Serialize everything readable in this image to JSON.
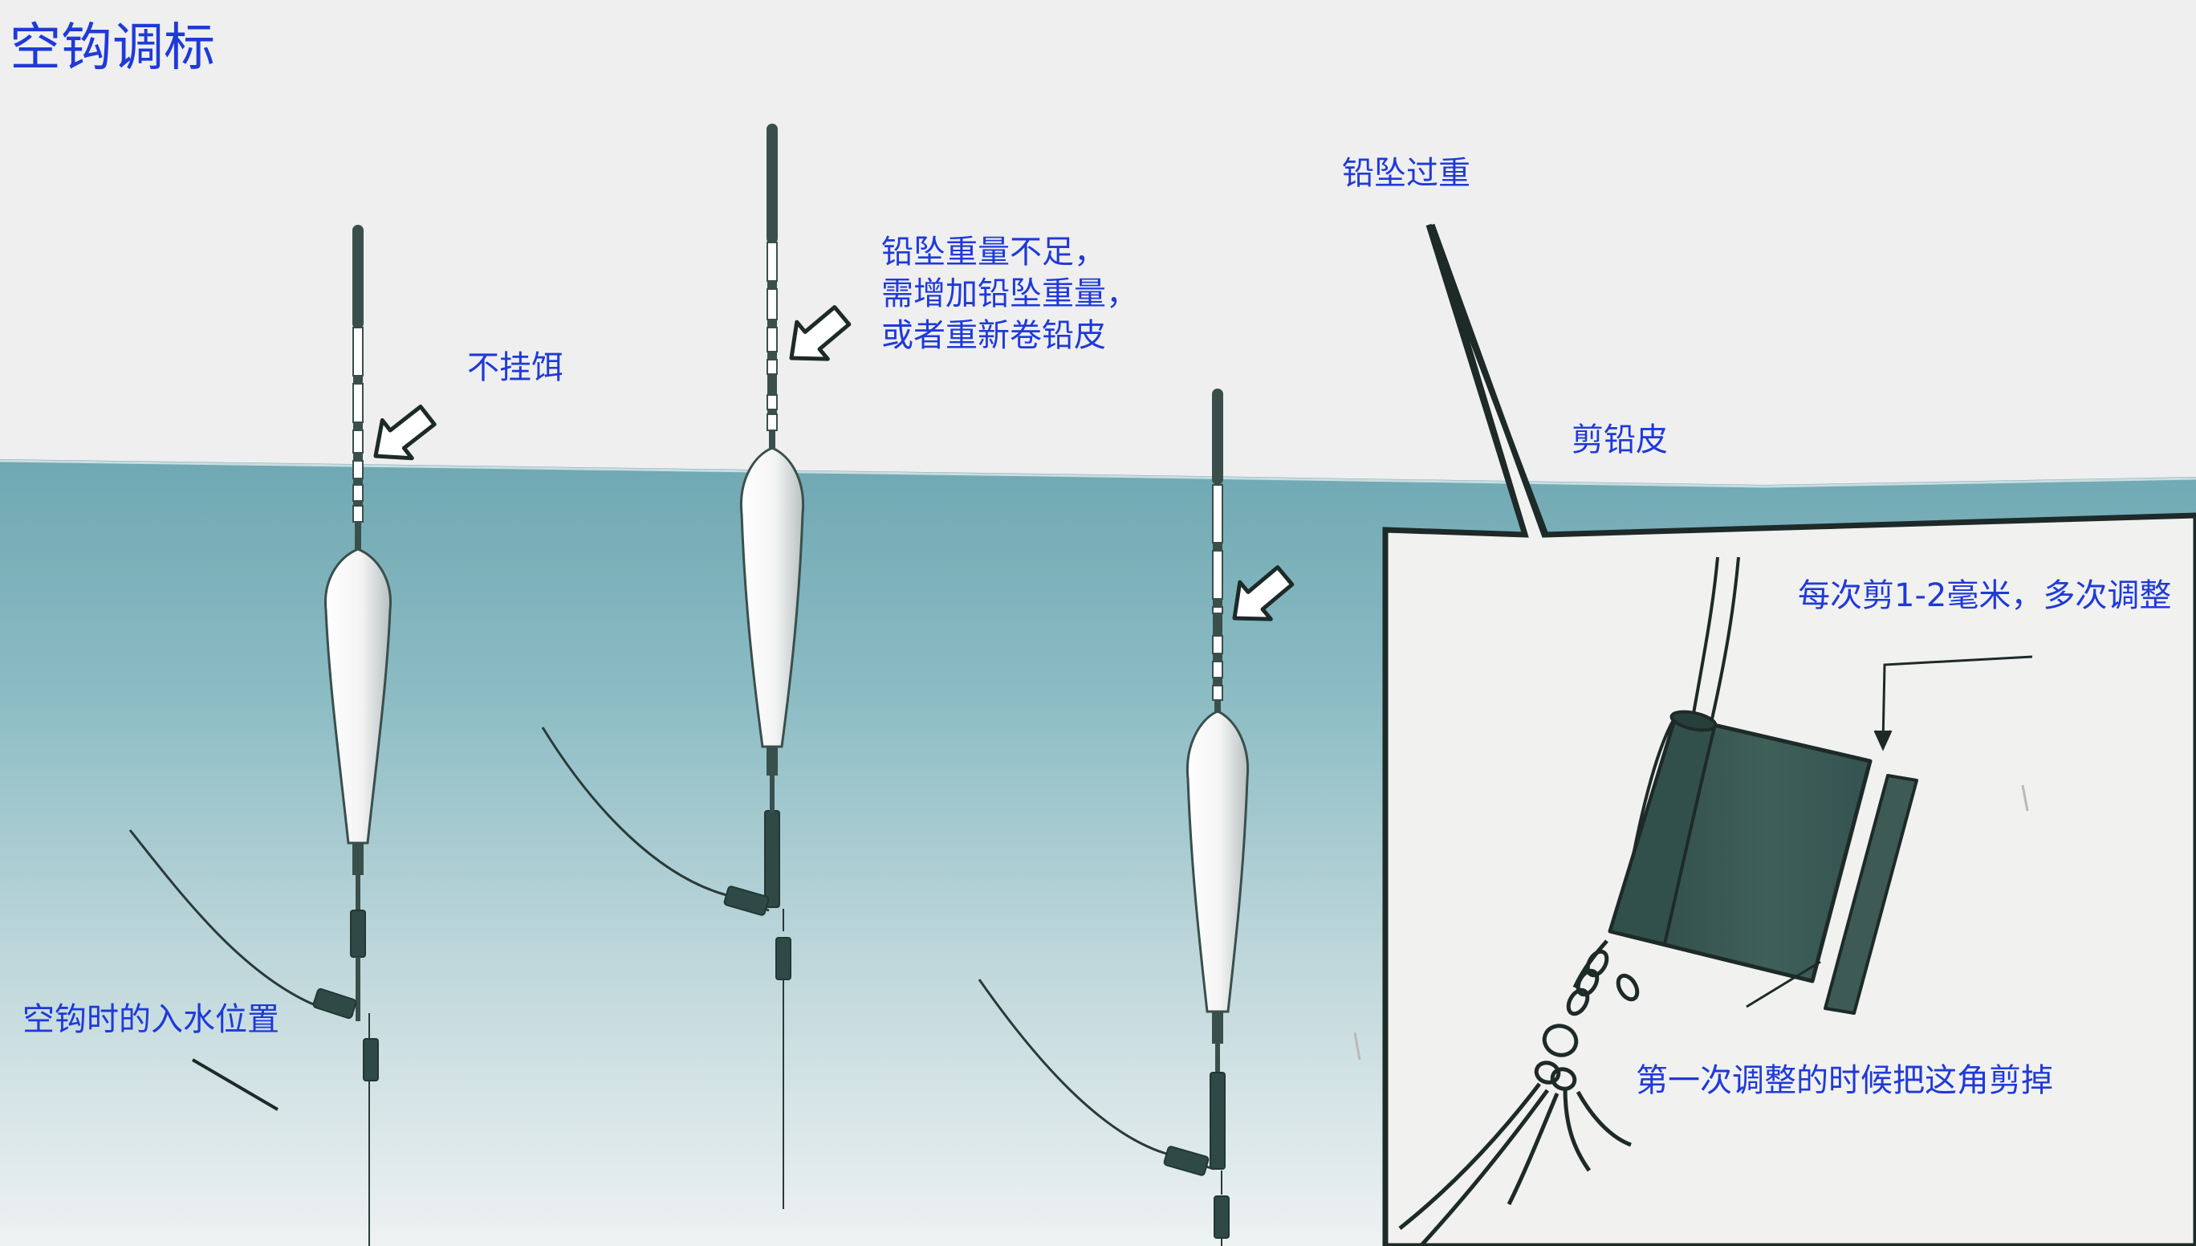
{
  "title": "空钩调标",
  "labels": {
    "no_bait": "不挂饵",
    "weight_insufficient": [
      "铅坠重量不足，",
      "需增加铅坠重量，",
      "或者重新卷铅皮"
    ],
    "weight_too_heavy": "铅坠过重",
    "cut_lead_sheet": "剪铅皮",
    "cut_each_time": "每次剪1-2毫米，多次调整",
    "empty_hook_entry_position": "空钩时的入水位置",
    "first_adjust_cut_corner": "第一次调整的时候把这角剪掉"
  },
  "colors": {
    "background": "#efefef",
    "water_top": "#7fb3bd",
    "water_bottom": "#e9eff0",
    "annotation_text": "#1f3ad8",
    "float_dark": "#2f4a47",
    "lead_sheet": "#3d5a55",
    "inset_panel": "#f1f1ef"
  },
  "icons": {
    "pointer_arrows": "outlined-arrow-icon"
  }
}
